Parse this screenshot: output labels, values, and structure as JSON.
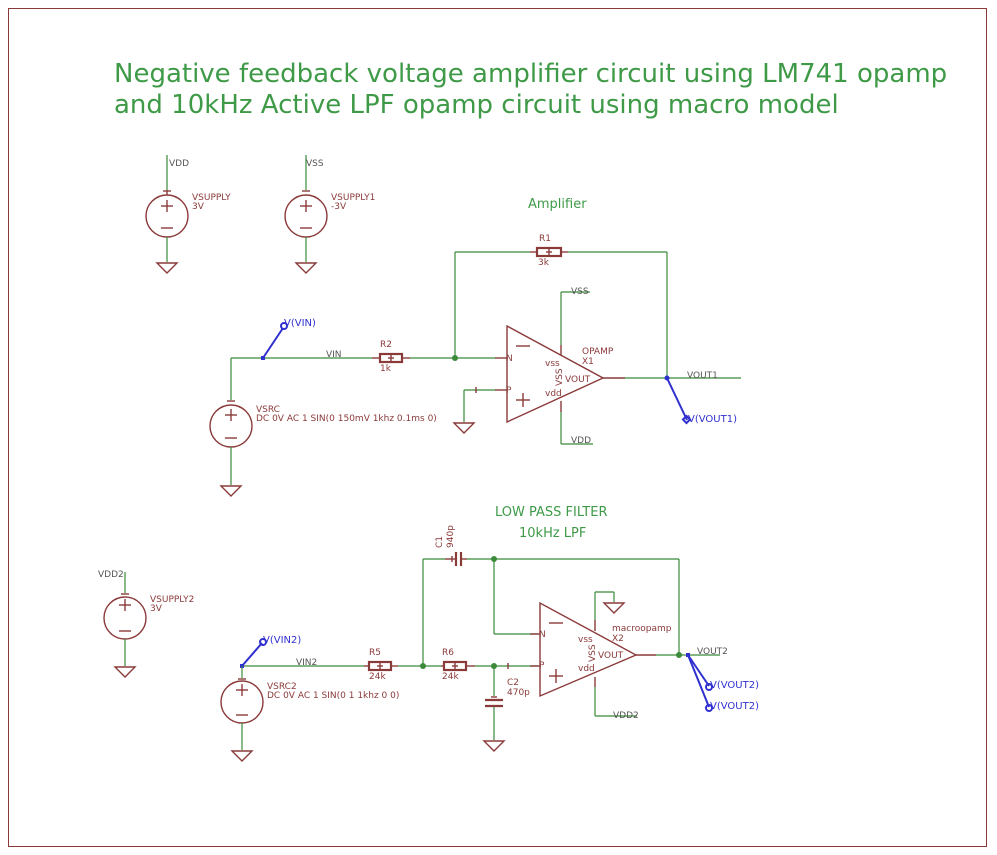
{
  "title": {
    "line1": "Negative feedback voltage amplifier circuit using LM741 opamp",
    "line2": "and 10kHz Active LPF opamp circuit using macro model"
  },
  "colors": {
    "wire": "#3a8a3a",
    "component": "#8b3a3a",
    "probe": "#3030d0",
    "title": "#3f9a48",
    "border": "#8b3a3a"
  },
  "supplies": {
    "vsupply": {
      "net": "VDD",
      "name": "VSUPPLY",
      "value": "3V"
    },
    "vsupply1": {
      "net": "VSS",
      "name": "VSUPPLY1",
      "value": "-3V"
    },
    "vsupply2": {
      "net": "VDD2",
      "name": "VSUPPLY2",
      "value": "3V"
    }
  },
  "amplifier": {
    "label": "Amplifier",
    "r1": {
      "name": "R1",
      "value": "3k"
    },
    "r2": {
      "name": "R2",
      "value": "1k"
    },
    "source": {
      "name": "VSRC",
      "value": "DC 0V AC 1 SIN(0 150mV 1khz 0.1ms 0)"
    },
    "opamp": {
      "type": "OPAMP",
      "ref": "X1",
      "pin_n": "N",
      "pin_p": "P",
      "pin_vss": "vss",
      "pin_vdd": "vdd",
      "pin_out": "VOUT",
      "vert": "VSS"
    },
    "nets": {
      "vin": "VIN",
      "vout": "VOUT1",
      "vss": "VSS",
      "vdd": "VDD"
    },
    "probes": {
      "vin": "V(VIN)",
      "vout": "V(VOUT1)"
    }
  },
  "filter": {
    "label1": "LOW PASS FILTER",
    "label2": "10kHz LPF",
    "c1": {
      "name": "C1",
      "value": "940p"
    },
    "c2": {
      "name": "C2",
      "value": "470p"
    },
    "r5": {
      "name": "R5",
      "value": "24k"
    },
    "r6": {
      "name": "R6",
      "value": "24k"
    },
    "source": {
      "name": "VSRC2",
      "value": "DC 0V AC 1 SIN(0 1 1khz 0 0)"
    },
    "opamp": {
      "type": "macroopamp",
      "ref": "X2",
      "pin_n": "N",
      "pin_p": "P",
      "pin_vss": "vss",
      "pin_vdd": "vdd",
      "pin_out": "VOUT",
      "vert": "VSS"
    },
    "nets": {
      "vin": "VIN2",
      "vout": "VOUT2",
      "vdd": "VDD2"
    },
    "probes": {
      "vin": "V(VIN2)",
      "vout_a": "V(VOUT2)",
      "vout_b": "V(VOUT2)"
    }
  }
}
